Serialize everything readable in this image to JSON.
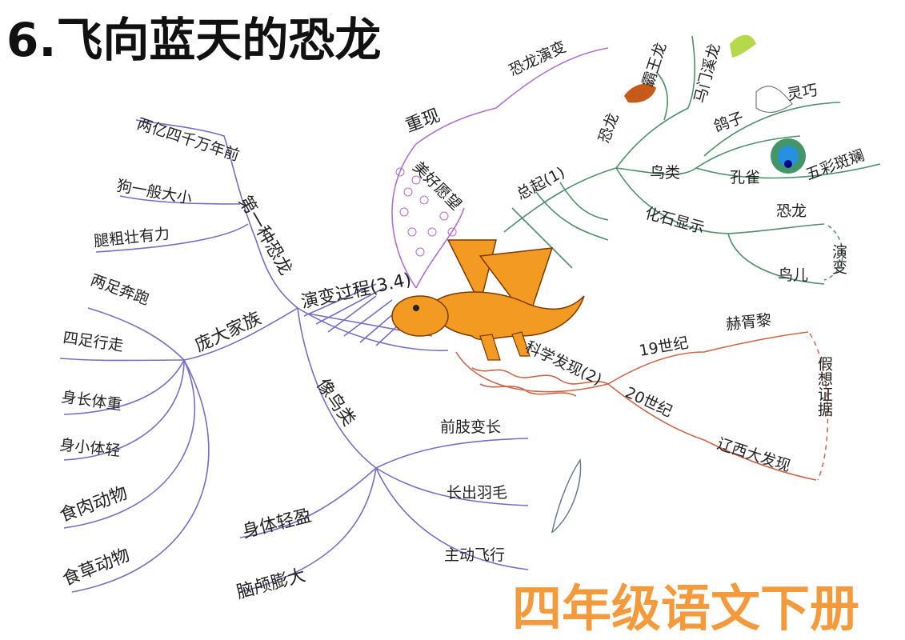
{
  "title": "6.飞向蓝天的恐龙",
  "subtitle": "四年级语文下册",
  "branches": {
    "evolution": {
      "label": "演变过程(3.4)",
      "first_dino": {
        "label": "第一种恐龙",
        "items": [
          "两亿四千万年前",
          "狗一般大小",
          "腿粗壮有力"
        ]
      },
      "family": {
        "label": "庞大家族",
        "items": [
          "两足奔跑",
          "四足行走",
          "身长体重",
          "身小体轻",
          "食肉动物",
          "食草动物"
        ]
      },
      "birdlike": {
        "label": "像鸟类",
        "left": [
          "身体轻盈",
          "脑颅膨大"
        ],
        "right": [
          "前肢变长",
          "长出羽毛",
          "主动飞行"
        ]
      }
    },
    "reproduce": {
      "label": "重现",
      "items": [
        "恐龙演变",
        "美好愿望"
      ]
    },
    "summary": {
      "label": "总起(1)",
      "dino": {
        "label": "恐龙",
        "items": [
          "霸王龙",
          "马门溪龙"
        ]
      },
      "birds": {
        "label": "鸟类",
        "pigeon": {
          "label": "鸽子",
          "trait": "灵巧"
        },
        "peacock": {
          "label": "孔雀",
          "trait": "五彩斑斓"
        }
      },
      "fossil": {
        "label": "化石显示",
        "top": "恐龙",
        "bottom": "鸟儿",
        "arrow": "演变"
      }
    },
    "science": {
      "label": "科学发现(2)",
      "c19": {
        "label": "19世纪",
        "item": "赫胥黎"
      },
      "c20": {
        "label": "20世纪",
        "item": "辽西大发现"
      },
      "arrow": "假想证据"
    }
  },
  "colors": {
    "purple": "#7b6cc2",
    "violet": "#b16fd1",
    "green": "#4f8f6a",
    "rust": "#c9674a",
    "dragon": "#f29a22",
    "subtitle": "#f39a3d"
  }
}
